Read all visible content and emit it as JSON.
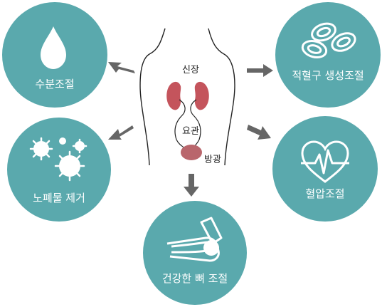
{
  "organs": {
    "kidney": "신장",
    "ureter": "요관",
    "bladder": "방광"
  },
  "functions": [
    {
      "id": "water",
      "label": "수분조절",
      "icon": "water-drop-icon"
    },
    {
      "id": "waste",
      "label": "노폐물 제거",
      "icon": "particles-icon"
    },
    {
      "id": "bone",
      "label": "건강한 뼈 조절",
      "icon": "elbow-joint-icon"
    },
    {
      "id": "rbc",
      "label": "적혈구 생성조절",
      "icon": "red-blood-cells-icon"
    },
    {
      "id": "bp",
      "label": "혈압조절",
      "icon": "heartbeat-icon"
    }
  ],
  "colors": {
    "circle": "#5aa9ad",
    "arrow": "#666666",
    "kidney": "#c4545c",
    "bladder": "#b9666c",
    "outline": "#222222"
  }
}
